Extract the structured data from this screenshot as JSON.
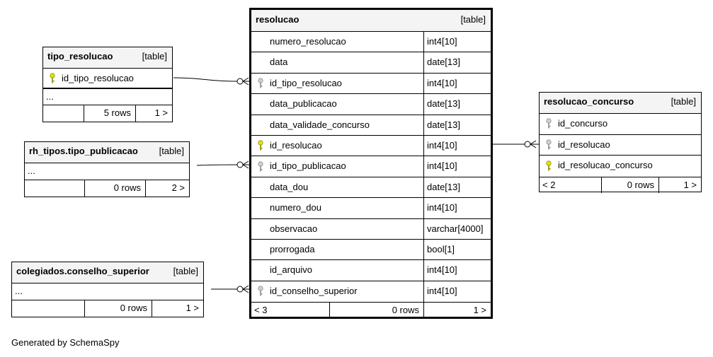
{
  "generator": "Generated by SchemaSpy",
  "resolucao": {
    "name": "resolucao",
    "tag": "[table]",
    "columns": [
      {
        "name": "numero_resolucao",
        "type": "int4[10]"
      },
      {
        "name": "data",
        "type": "date[13]"
      },
      {
        "name": "id_tipo_resolucao",
        "type": "int4[10]"
      },
      {
        "name": "data_publicacao",
        "type": "date[13]"
      },
      {
        "name": "data_validade_concurso",
        "type": "date[13]"
      },
      {
        "name": "id_resolucao",
        "type": "int4[10]"
      },
      {
        "name": "id_tipo_publicacao",
        "type": "int4[10]"
      },
      {
        "name": "data_dou",
        "type": "date[13]"
      },
      {
        "name": "numero_dou",
        "type": "int4[10]"
      },
      {
        "name": "observacao",
        "type": "varchar[4000]"
      },
      {
        "name": "prorrogada",
        "type": "bool[1]"
      },
      {
        "name": "id_arquivo",
        "type": "int4[10]"
      },
      {
        "name": "id_conselho_superior",
        "type": "int4[10]"
      }
    ],
    "footer": {
      "parents": "< 3",
      "rows": "0 rows",
      "children": "1 >"
    }
  },
  "tipo_resolucao": {
    "name": "tipo_resolucao",
    "tag": "[table]",
    "column": "id_tipo_resolucao",
    "ellipsis": "...",
    "footer": {
      "rows": "5 rows",
      "children": "1 >"
    }
  },
  "rh_tipos_tipo_publicacao": {
    "name": "rh_tipos.tipo_publicacao",
    "tag": "[table]",
    "ellipsis": "...",
    "footer": {
      "rows": "0 rows",
      "children": "2 >"
    }
  },
  "colegiados_conselho_superior": {
    "name": "colegiados.conselho_superior",
    "tag": "[table]",
    "ellipsis": "...",
    "footer": {
      "rows": "0 rows",
      "children": "1 >"
    }
  },
  "resolucao_concurso": {
    "name": "resolucao_concurso",
    "tag": "[table]",
    "columns": [
      {
        "name": "id_concurso"
      },
      {
        "name": "id_resolucao"
      },
      {
        "name": "id_resolucao_concurso"
      }
    ],
    "footer": {
      "parents": "< 2",
      "rows": "0 rows",
      "children": "1 >"
    }
  }
}
